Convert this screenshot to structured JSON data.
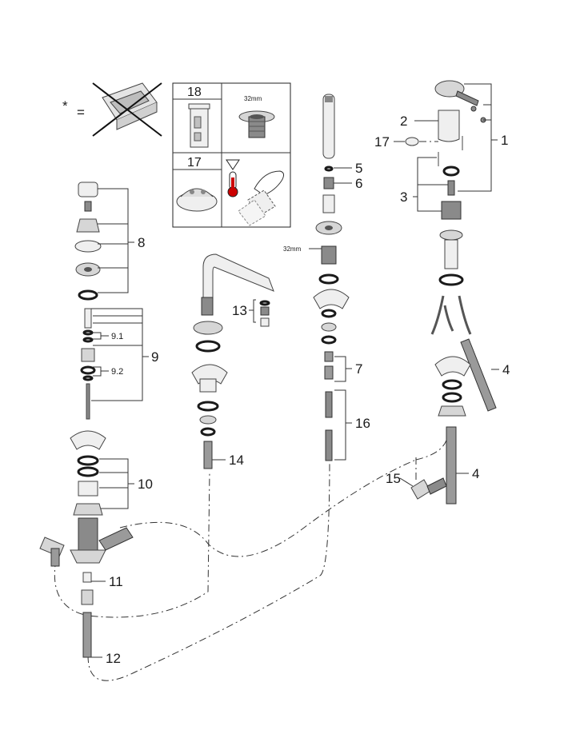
{
  "legend": {
    "asterisk": "*",
    "equals": "=",
    "cells": {
      "c18": "18",
      "c17": "17",
      "size_top": "32mm"
    }
  },
  "callouts": {
    "n1": "1",
    "n2": "2",
    "n3": "3",
    "n4a": "4",
    "n4b": "4",
    "n5": "5",
    "n6": "6",
    "n7": "7",
    "n8": "8",
    "n9": "9",
    "n9_1": "9.1",
    "n9_2": "9.2",
    "n10": "10",
    "n11": "11",
    "n12": "12",
    "n13": "13",
    "n14": "14",
    "n15": "15",
    "n16": "16",
    "n17": "17",
    "size_mid": "32mm"
  }
}
